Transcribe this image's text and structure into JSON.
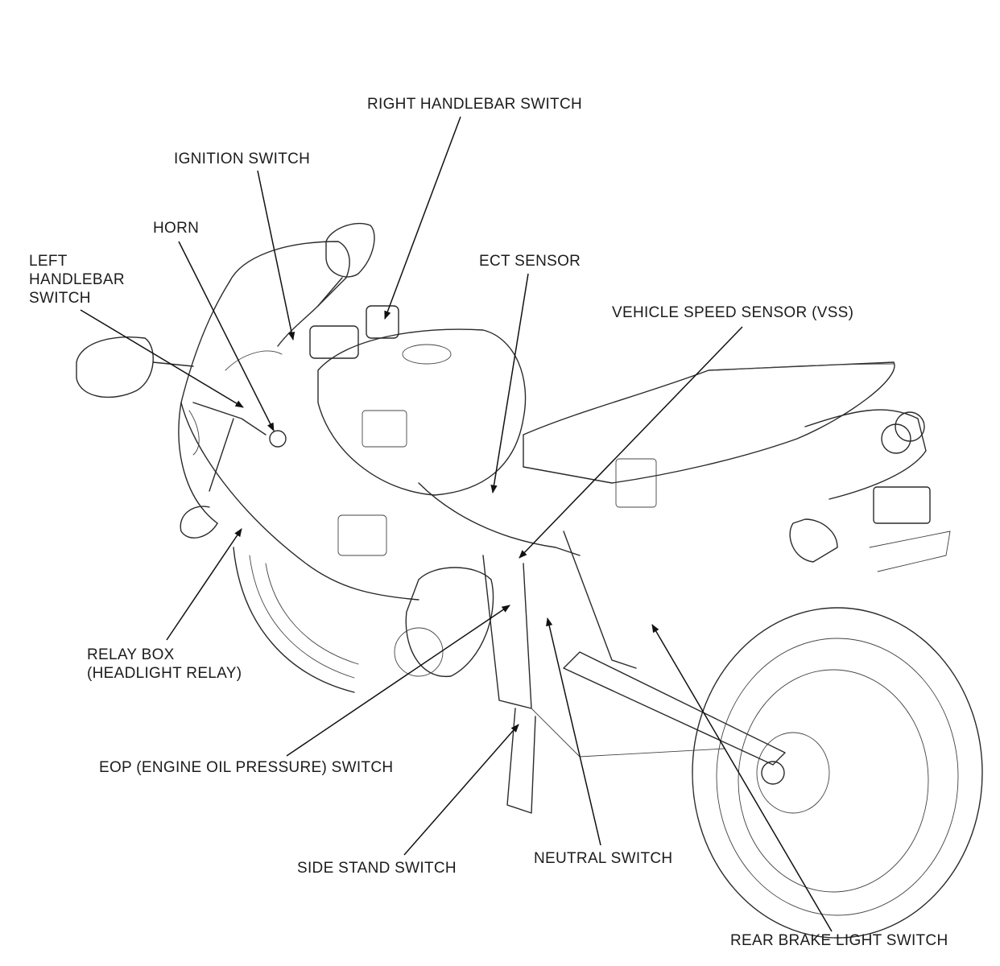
{
  "figure": {
    "title": "Motorcycle electrical component locations",
    "stroke_color": "#2a2a2a",
    "background": "#ffffff"
  },
  "callouts": [
    {
      "id": "right-handlebar-switch",
      "text": "RIGHT HANDLEBAR SWITCH"
    },
    {
      "id": "ignition-switch",
      "text": "IGNITION SWITCH"
    },
    {
      "id": "horn",
      "text": "HORN"
    },
    {
      "id": "left-handlebar-switch",
      "text": "LEFT\nHANDLEBAR\nSWITCH"
    },
    {
      "id": "ect-sensor",
      "text": "ECT SENSOR"
    },
    {
      "id": "vehicle-speed-sensor",
      "text": "VEHICLE SPEED SENSOR (VSS)"
    },
    {
      "id": "relay-box",
      "text": "RELAY BOX\n(HEADLIGHT RELAY)"
    },
    {
      "id": "eop-switch",
      "text": "EOP (ENGINE OIL PRESSURE) SWITCH"
    },
    {
      "id": "side-stand-switch",
      "text": "SIDE STAND SWITCH"
    },
    {
      "id": "neutral-switch",
      "text": "NEUTRAL SWITCH"
    },
    {
      "id": "rear-brake-light-switch",
      "text": "REAR BRAKE LIGHT SWITCH"
    }
  ]
}
